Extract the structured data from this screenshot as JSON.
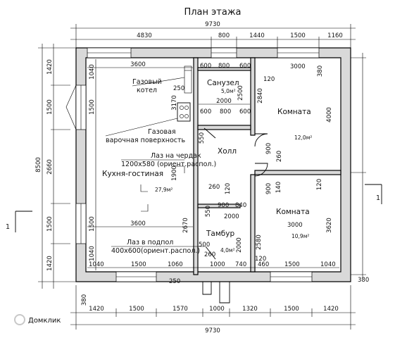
{
  "title": "План этажа",
  "overall": {
    "width": "9730",
    "depth": "8500"
  },
  "top_dims": [
    "4830",
    "800",
    "1440",
    "1500",
    "1160"
  ],
  "bottom_dims": [
    "1420",
    "1500",
    "1570",
    "1000",
    "1320",
    "1500",
    "1420"
  ],
  "left_dims": [
    "1420",
    "1500",
    "2660",
    "1500",
    "1420"
  ],
  "right_dims": [
    "4000",
    "3620"
  ],
  "inner_dims": {
    "kitchen_top": "3600",
    "kitchen_bottom": "3600",
    "kitchen_left_top": "1040",
    "kitchen_left_mid1": "1500",
    "kitchen_left_mid2": "1500",
    "kitchen_left_bottom": "1040",
    "bath_top_a": "600",
    "bath_top_b": "800",
    "bath_top_c": "600",
    "bath_mid": "2000",
    "bath_bot_a": "600",
    "bath_bot_b": "800",
    "bath_bot_c": "600",
    "bath_height": "2500",
    "boiler_h": "1900",
    "stove_h": "3170",
    "room1_top": "3000",
    "room1_h": "2840",
    "room1_right": "380",
    "room2_top": "3000",
    "room2_h": "2580",
    "hall_a": "550",
    "hall_b": "260",
    "hall_c": "900",
    "hall_d": "140",
    "hall_e": "900",
    "hall_f": "120",
    "tam_a": "900",
    "tam_b": "840",
    "tam_c": "550",
    "tam_d": "2000",
    "tam_e": "500",
    "tam_f": "260",
    "tam_g": "2000",
    "k_2670": "2670",
    "k_250a": "250",
    "k_250b": "250",
    "r2_120a": "120",
    "r2_120b": "120",
    "r2_120c": "120",
    "r2_260": "260",
    "bot_1040a": "1040",
    "bot_1500a": "1500",
    "bot_1060": "1060",
    "bot_1000": "1000",
    "bot_740": "740",
    "bot_460": "460",
    "bot_1500b": "1500",
    "bot_1040b": "1040",
    "corner_380a": "380",
    "corner_380b": "380"
  },
  "rooms": {
    "kitchen": {
      "name": "Кухня-гостиная",
      "area": "27,9м²"
    },
    "bath": {
      "name": "Санузел",
      "area": "5,0м²"
    },
    "hall": {
      "name": "Холл"
    },
    "room1": {
      "name": "Комната",
      "area": "12,0м²"
    },
    "room2": {
      "name": "Комната",
      "area": "10,9м²"
    },
    "tambur": {
      "name": "Тамбур",
      "area": "4,0м²"
    }
  },
  "notes": {
    "boiler": [
      "Газовый",
      "котел"
    ],
    "stove": [
      "Газовая",
      "варочная поверхность"
    ],
    "attic": [
      "Лаз на чердак",
      "1200х580 (ориент.распол.)"
    ],
    "cellar": [
      "Лаз в подпол",
      "400х600(ориент.распол.)"
    ]
  },
  "section_marks": {
    "left": "1",
    "right": "1"
  },
  "watermark": "Домклик"
}
